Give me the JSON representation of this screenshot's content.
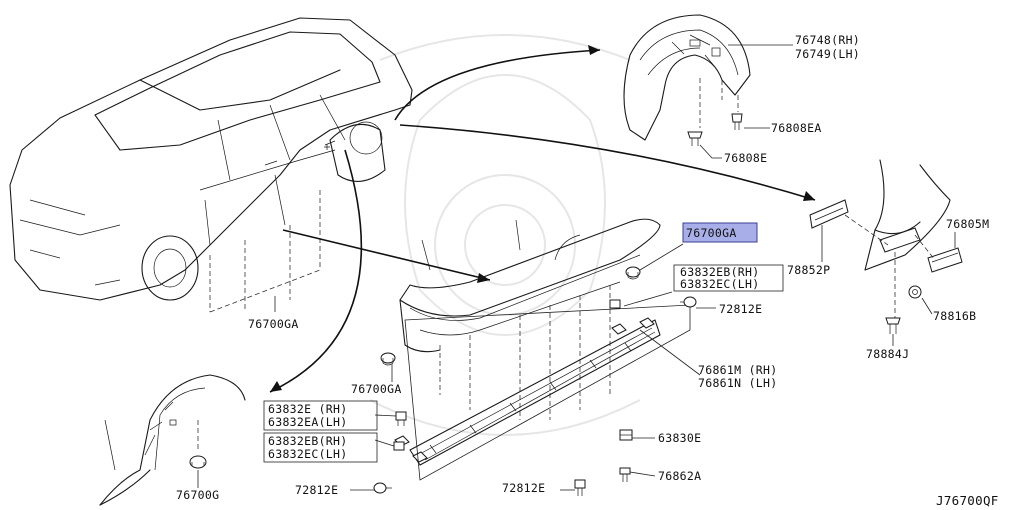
{
  "diagram_code": "J76700QF",
  "labels": {
    "l76748": "76748(RH)",
    "l76749": "76749(LH)",
    "l76808EA": "76808EA",
    "l76808E": "76808E",
    "l76805M": "76805M",
    "l78852P": "78852P",
    "l78816B": "78816B",
    "l78884J": "78884J",
    "l76700GA_top": "76700GA",
    "l63832EB_rh": "63832EB(RH)",
    "l63832EC_lh": "63832EC(LH)",
    "l72812E_right": "72812E",
    "l76700GA_left": "76700GA",
    "l76700GA_mid": "76700GA",
    "l76861M": "76861M (RH)",
    "l76861N": "76861N (LH)",
    "l63832E_rh": "63832E (RH)",
    "l63832EA_lh": "63832EA(LH)",
    "l63832EB_rh2": "63832EB(RH)",
    "l63832EC_lh2": "63832EC(LH)",
    "l63830E": "63830E",
    "l76862A": "76862A",
    "l72812E_bl": "72812E",
    "l72812E_bm": "72812E",
    "l76700G": "76700G"
  },
  "colors": {
    "highlight_fill": "#a8aee8",
    "line": "#1a1a1a",
    "watermark": "#e6e6e6"
  }
}
